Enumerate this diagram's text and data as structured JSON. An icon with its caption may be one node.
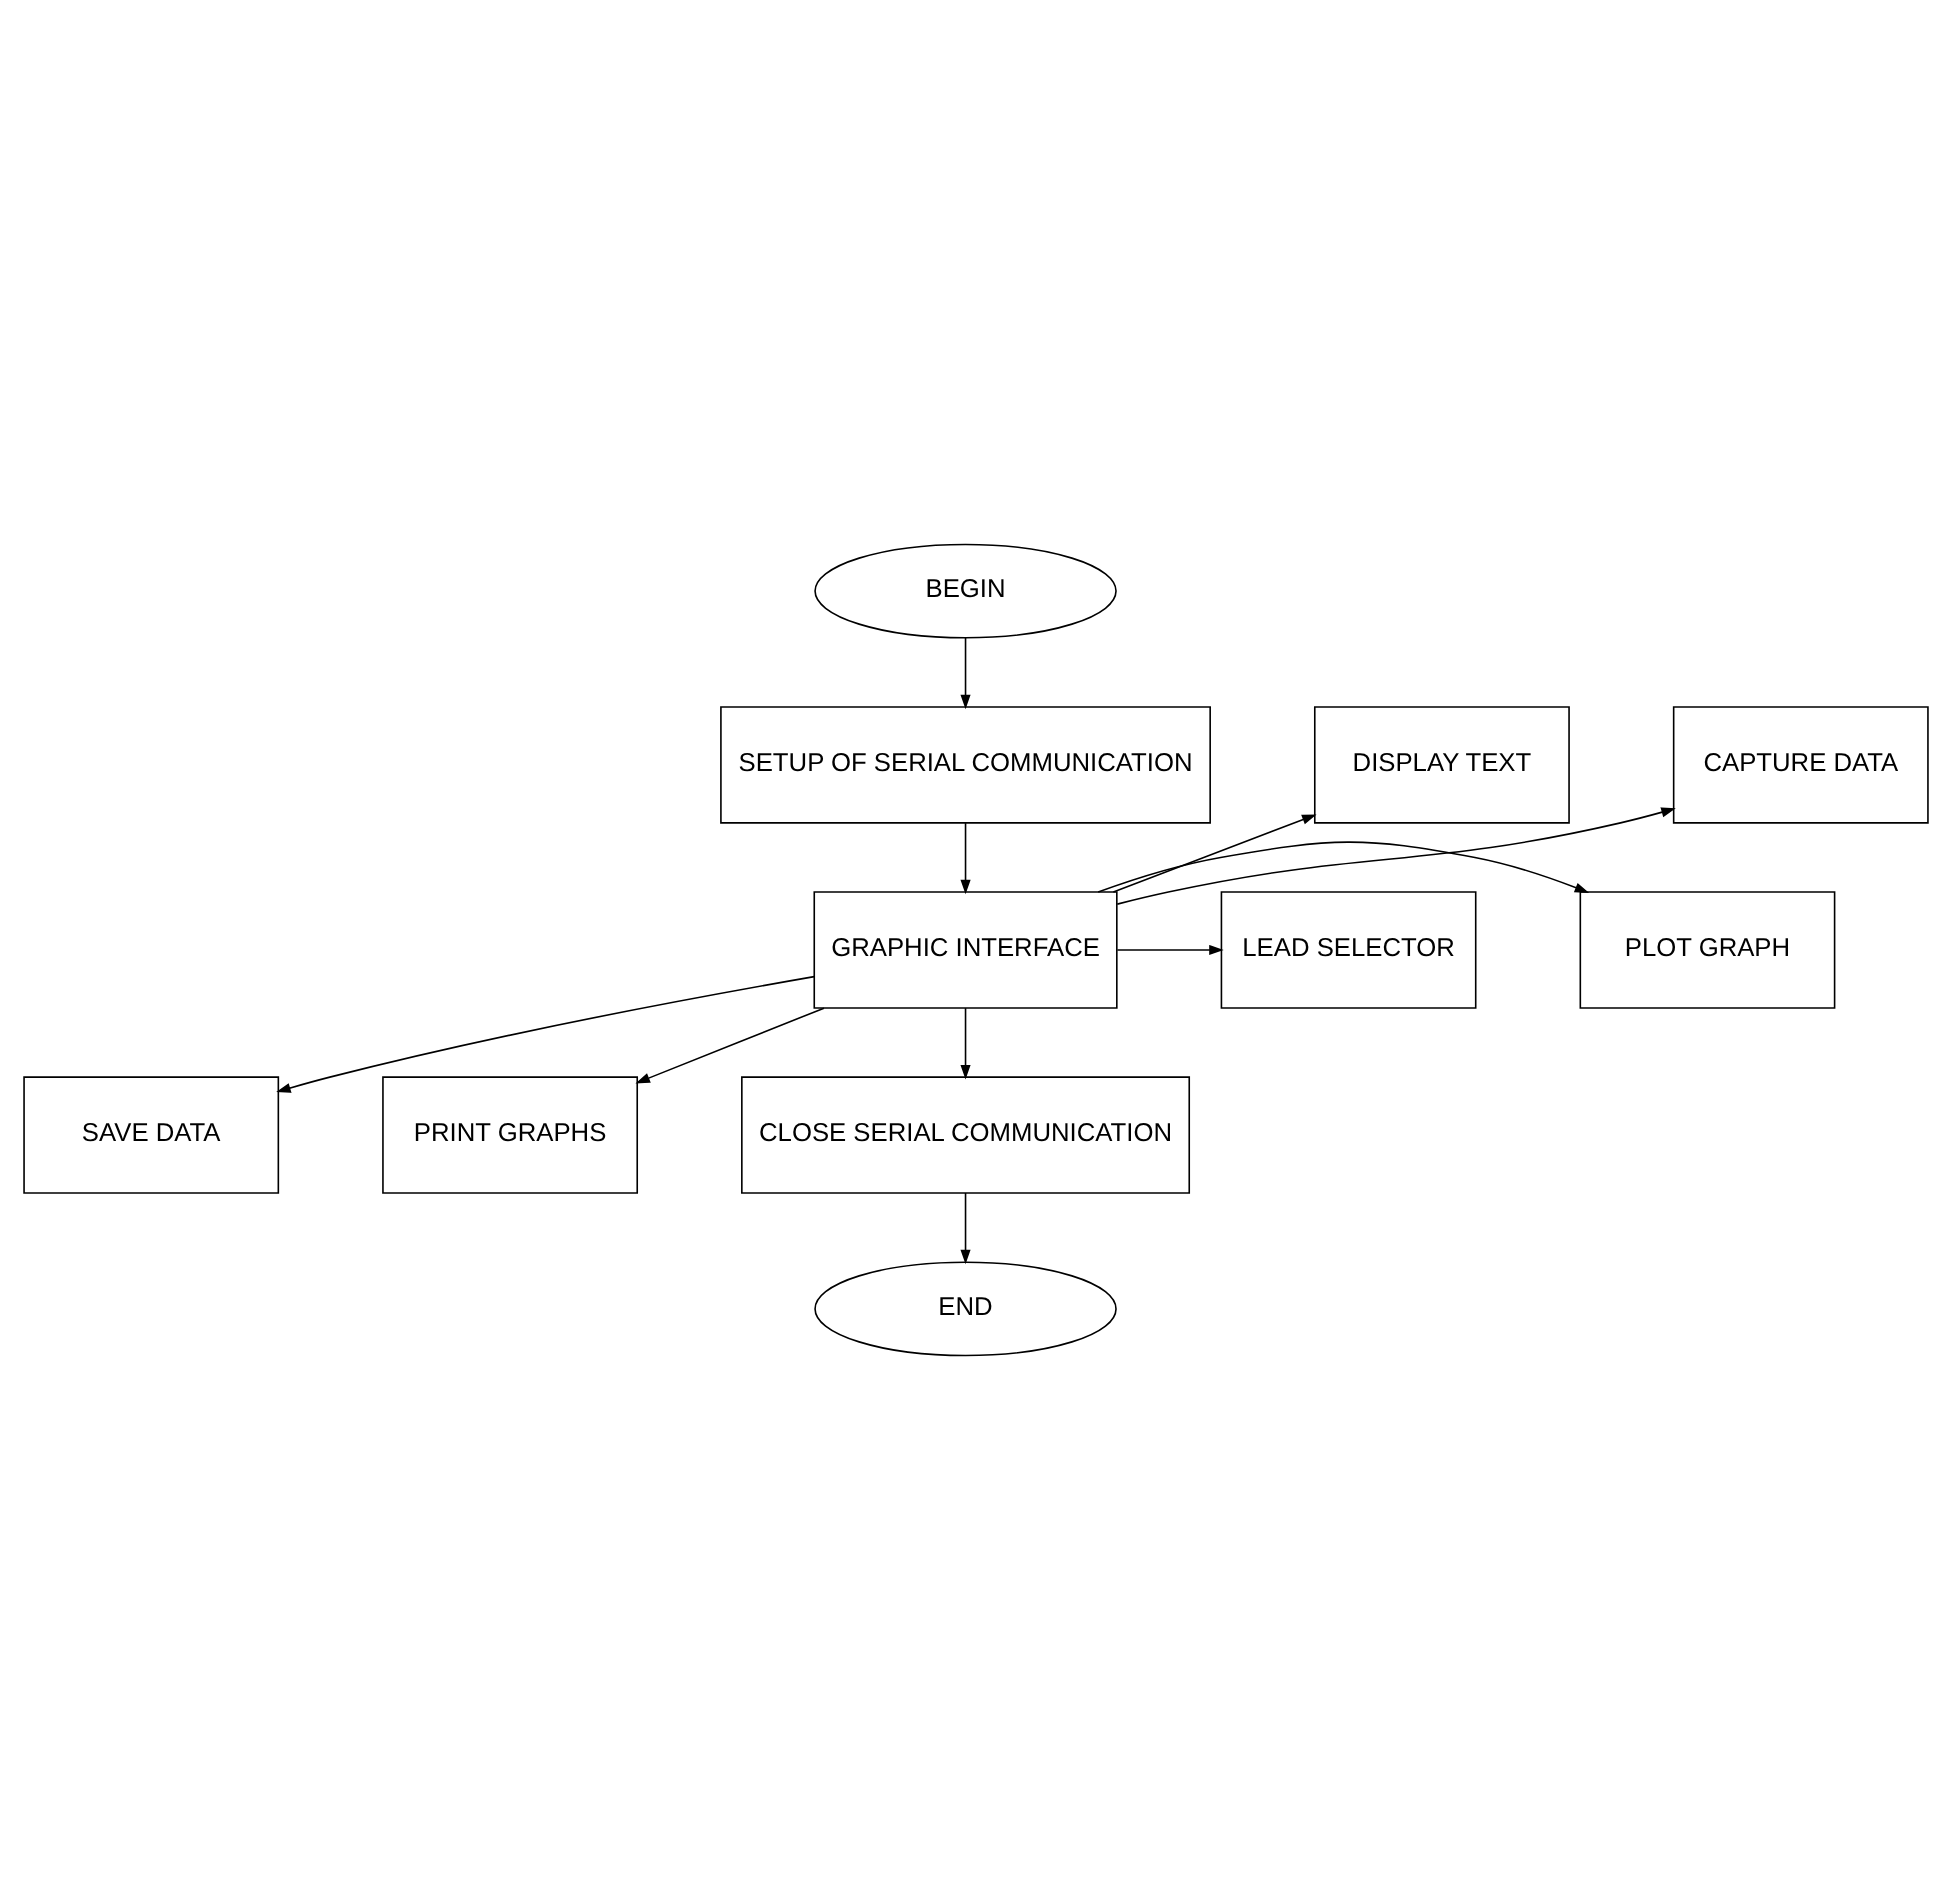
{
  "diagram": {
    "nodes": [
      {
        "text": [
          "BEGIN"
        ]
      },
      {
        "text": [
          "SETUP OF SERIAL COMMUNICATION"
        ]
      },
      {
        "text": [
          "DISPLAY TEXT"
        ]
      },
      {
        "text": [
          "CAPTURE DATA"
        ]
      },
      {
        "text": [
          "GRAPHIC INTERFACE"
        ]
      },
      {
        "text": [
          "LEAD SELECTOR"
        ]
      },
      {
        "text": [
          "PLOT GRAPH"
        ]
      },
      {
        "text": [
          "SAVE DATA"
        ]
      },
      {
        "text": [
          "PRINT GRAPHS"
        ]
      },
      {
        "text": [
          "CLOSE SERIAL COMMUNICATION"
        ]
      },
      {
        "text": [
          "END"
        ]
      }
    ],
    "edges": [
      {
        "from": 0,
        "to": 1,
        "arrow": "to"
      },
      {
        "from": 1,
        "to": 4,
        "arrow": "to"
      },
      {
        "from": 4,
        "to": 2,
        "arrow": "to"
      },
      {
        "from": 4,
        "to": 5,
        "arrow": "to"
      },
      {
        "from": 4,
        "to": 7,
        "arrow": "to"
      },
      {
        "from": 4,
        "to": 3,
        "arrow": "to"
      },
      {
        "from": 4,
        "to": 6,
        "arrow": "to"
      },
      {
        "from": 4,
        "to": 8,
        "arrow": "to"
      },
      {
        "from": 4,
        "to": 9,
        "arrow": "to"
      },
      {
        "from": 9,
        "to": 10,
        "arrow": "to"
      }
    ]
  }
}
